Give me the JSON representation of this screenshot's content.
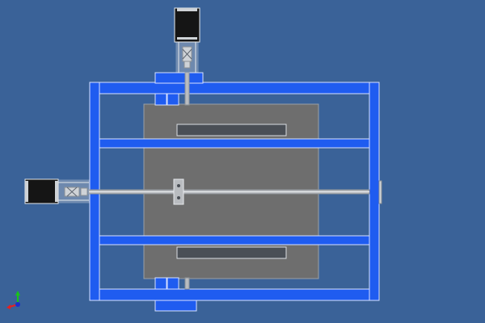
{
  "viewport": {
    "background_color": "#3a6298"
  },
  "model": {
    "frame_color": "#1f5cf0",
    "frame_edge_color": "#d7e1ff",
    "bed_color": "#6e6e6e",
    "rail_color": "#b9bcc0",
    "motor_color": "#151515",
    "coupler_color": "#cfd3d7",
    "slot_color": "#4a4f56"
  },
  "components": {
    "frame": "frame",
    "crossbars": [
      "crossbar-top",
      "crossbar-bottom"
    ],
    "bed_plate": "bed-plate",
    "motors": [
      "stepper-motor-y",
      "stepper-motor-x"
    ],
    "lead_screws": [
      "lead-screw-x",
      "lead-screw-y"
    ],
    "carriage": "carriage-block",
    "slots": [
      "slot-top",
      "slot-bottom"
    ]
  },
  "axis_triad": {
    "icon": "axis-triad-icon",
    "colors": {
      "x": "#e62020",
      "y": "#19c419",
      "z": "#1c2ecb"
    }
  }
}
